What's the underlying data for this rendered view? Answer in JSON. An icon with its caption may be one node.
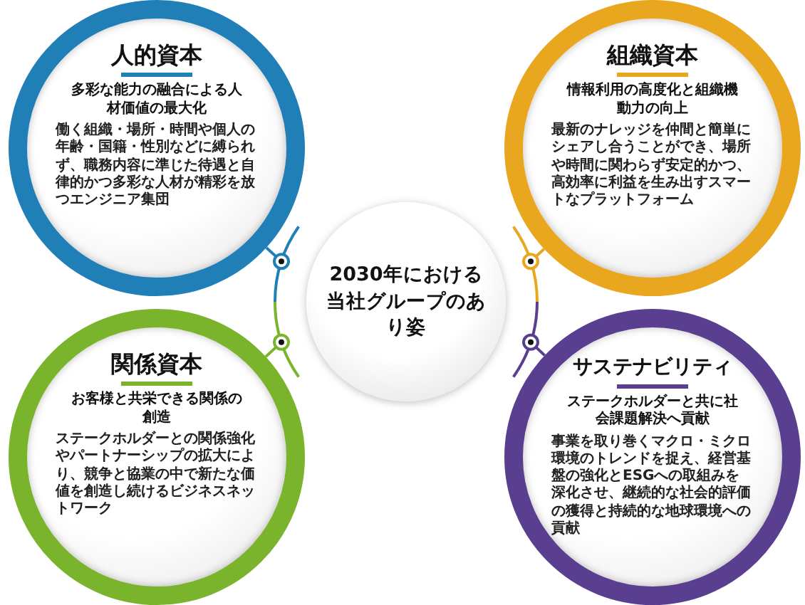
{
  "diagram": {
    "nodes": [
      {
        "text": [
          "人的資本",
          "多彩な能力の融合による人材価値の最大化",
          "働く組織・場所・時間や個人の年齢・国籍・性別などに縛られず、職務内容に準じた待遇と自律的かつ多彩な人材が精彩を放つエンジニア集団"
        ]
      },
      {
        "text": [
          "組織資本",
          "情報利用の高度化と組織機動力の向上",
          "最新のナレッジを仲間と簡単にシェアし合うことができ、場所や時間に関わらず安定的かつ、高効率に利益を生み出すスマートなプラットフォーム"
        ]
      },
      {
        "text": [
          "2030年における当社グループのあり姿"
        ]
      },
      {
        "text": [
          "関係資本",
          "お客様と共栄できる関係の創造",
          "ステークホルダーとの関係強化やパートナーシップの拡大により、競争と協業の中で新たな価値を創造し続けるビジネスネットワーク"
        ]
      },
      {
        "text": [
          "サステナビリティ",
          "ステークホルダーと共に社会課題解決へ貢献",
          "事業を取り巻くマクロ・ミクロ環境のトレンドを捉え、経営基盤の強化とESGへの取組みを深化させ、継続的な社会的評価の獲得と持続的な地球環境への貢献"
        ]
      },
      {
        "text": [],
        "shape": "bar"
      },
      {
        "text": [],
        "shape": "bar"
      }
    ],
    "edges": [
      {
        "from": 0,
        "to": 5,
        "arrow": "other",
        "color": "#1f7fb6"
      },
      {
        "from": 1,
        "to": 6,
        "arrow": "other",
        "color": "#e9a71f"
      },
      {
        "from": 3,
        "to": 5,
        "arrow": "other",
        "color": "#79b42c"
      },
      {
        "from": 4,
        "to": 6,
        "arrow": "other",
        "color": "#5a3f91"
      }
    ]
  }
}
